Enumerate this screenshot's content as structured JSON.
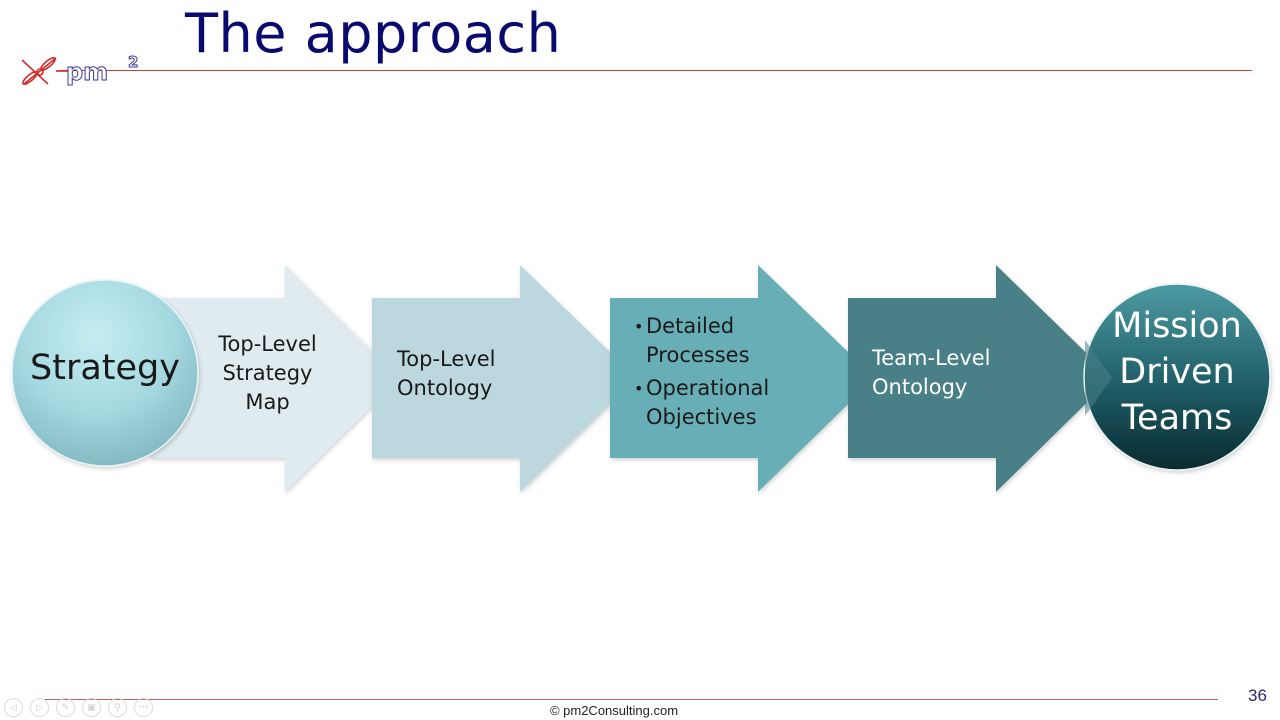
{
  "slide": {
    "title": "The approach",
    "logo_text": "pm",
    "logo_superscript": "2",
    "page_number": "36",
    "copyright": "© pm2Consulting.com"
  },
  "diagram": {
    "start_node": {
      "label": "Strategy"
    },
    "steps": [
      {
        "label_lines": [
          "Top-Level",
          "Strategy",
          "Map"
        ],
        "color": "#dfebee"
      },
      {
        "label_lines": [
          "Top-Level",
          "Ontology"
        ],
        "color": "#bcd7dd"
      },
      {
        "bullets": [
          "Detailed Processes",
          "Operational Objectives"
        ],
        "color": "#68aeb6"
      },
      {
        "label_lines": [
          "Team-Level",
          "Ontology"
        ],
        "color": "#4a8088"
      }
    ],
    "end_node": {
      "label_lines": [
        "Mission",
        "Driven",
        "Teams"
      ]
    }
  },
  "controls": {
    "prev": "◁",
    "next": "▷",
    "pen": "✎",
    "slides": "▣",
    "zoom": "⚲",
    "more": "•••"
  }
}
